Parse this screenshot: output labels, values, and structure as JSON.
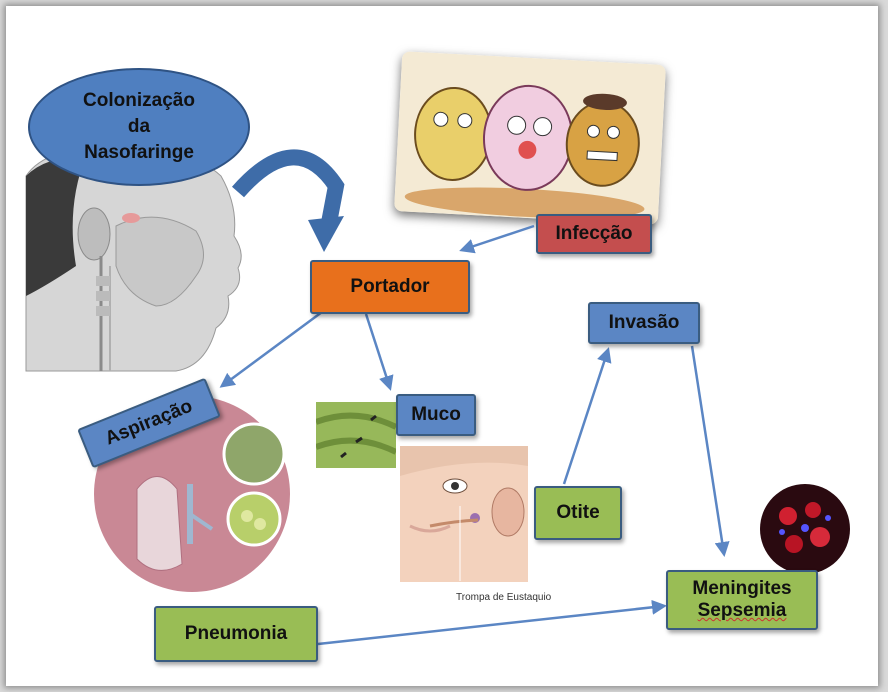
{
  "nodes": {
    "colonizacao": "Colonização da Nasofaringe",
    "infeccao": "Infecção",
    "portador": "Portador",
    "invasao": "Invasão",
    "aspiracao": "Aspiração",
    "muco": "Muco",
    "otite": "Otite",
    "meningites": "Meningites",
    "sepsemia": "Sepsemia",
    "pneumonia": "Pneumonia"
  },
  "image_caption": "Trompa de Eustaquio",
  "colors": {
    "blue": "#5b86c4",
    "green": "#99bd55",
    "orange": "#e8701c",
    "red": "#c44e4e",
    "arrow": "#5b86c4"
  }
}
